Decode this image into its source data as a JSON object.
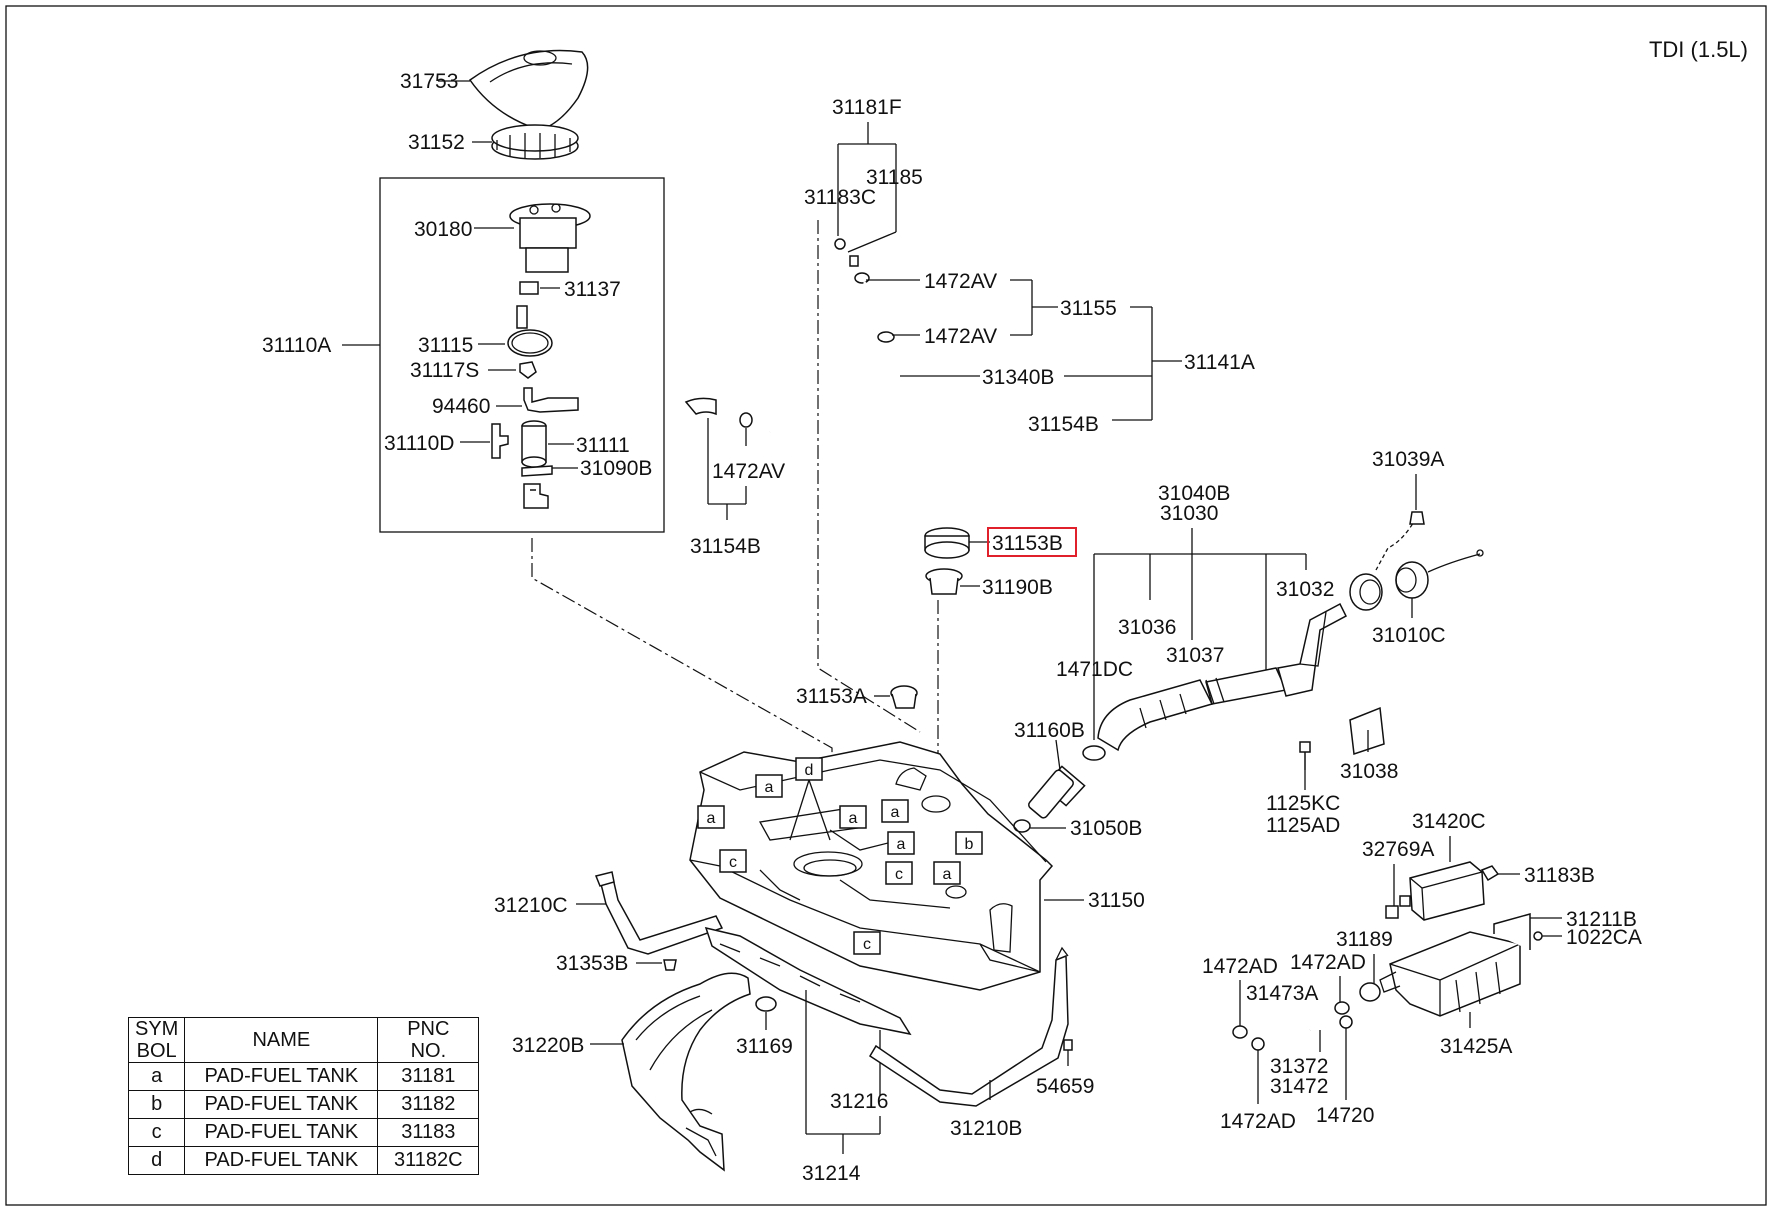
{
  "title": "TDI (1.5L)",
  "highlighted_part": "31153B",
  "labels": {
    "p31753": "31753",
    "p31152": "31152",
    "p30180": "30180",
    "p31137": "31137",
    "p31110A": "31110A",
    "p31115": "31115",
    "p31117S": "31117S",
    "p94460": "94460",
    "p31110D": "31110D",
    "p31111": "31111",
    "p31090B": "31090B",
    "p31181F": "31181F",
    "p31185": "31185",
    "p31183C": "31183C",
    "p1472AV_a": "1472AV",
    "p1472AV_b": "1472AV",
    "p1472AV_c": "1472AV",
    "p31155": "31155",
    "p31340B": "31340B",
    "p31141A": "31141A",
    "p31154B_a": "31154B",
    "p31154B_b": "31154B",
    "p31153B": "31153B",
    "p31190B": "31190B",
    "p31153A": "31153A",
    "p31040B": "31040B",
    "p31030": "31030",
    "p31039A": "31039A",
    "p31032": "31032",
    "p31036": "31036",
    "p31037": "31037",
    "p1471DC": "1471DC",
    "p31010C": "31010C",
    "p31160B": "31160B",
    "p31050B": "31050B",
    "p31038": "31038",
    "p1125KC": "1125KC",
    "p1125AD": "1125AD",
    "p31420C": "31420C",
    "p32769A": "32769A",
    "p31183B": "31183B",
    "p31211B": "31211B",
    "p1022CA": "1022CA",
    "p31189": "31189",
    "p1472AD_a": "1472AD",
    "p1472AD_b": "1472AD",
    "p1472AD_c": "1472AD",
    "p31473A": "31473A",
    "p31372": "31372",
    "p31472": "31472",
    "p14720": "14720",
    "p31425A": "31425A",
    "p31210C": "31210C",
    "p31150": "31150",
    "p31353B": "31353B",
    "p31220B": "31220B",
    "p31169": "31169",
    "p31216": "31216",
    "p31214": "31214",
    "p31210B": "31210B",
    "p54659": "54659"
  },
  "pad_markers": {
    "a1": "a",
    "a2": "a",
    "a3": "a",
    "a4": "a",
    "a5": "a",
    "a6": "a",
    "b1": "b",
    "c1": "c",
    "c2": "c",
    "c3": "c",
    "d1": "d"
  },
  "legend": {
    "headers": {
      "sym_line1": "SYM",
      "sym_line2": "BOL",
      "name": "NAME",
      "pnc_line1": "PNC",
      "pnc_line2": "NO."
    },
    "rows": [
      {
        "sym": "a",
        "name": "PAD-FUEL TANK",
        "pnc": "31181"
      },
      {
        "sym": "b",
        "name": "PAD-FUEL TANK",
        "pnc": "31182"
      },
      {
        "sym": "c",
        "name": "PAD-FUEL TANK",
        "pnc": "31183"
      },
      {
        "sym": "d",
        "name": "PAD-FUEL TANK",
        "pnc": "31182C"
      }
    ]
  },
  "colors": {
    "line": "#111111",
    "highlight": "#e0202a",
    "background": "#ffffff"
  }
}
